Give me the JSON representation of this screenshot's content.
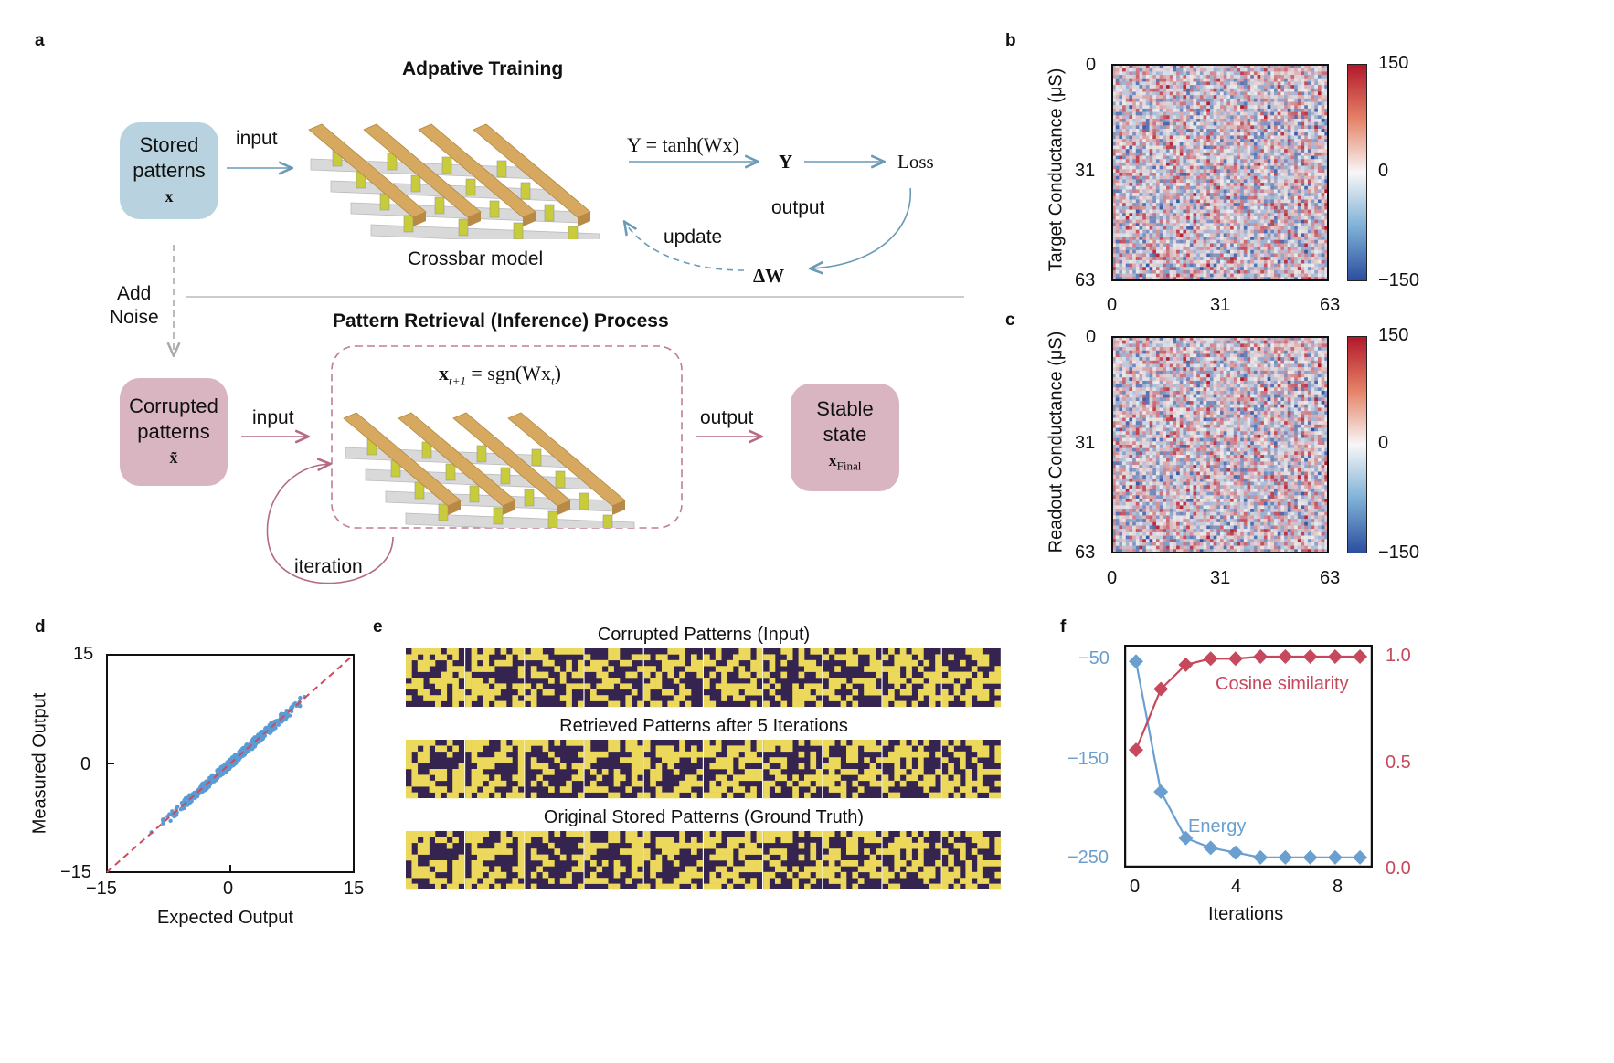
{
  "panels": {
    "a": "a",
    "b": "b",
    "c": "c",
    "d": "d",
    "e": "e",
    "f": "f"
  },
  "panel_a": {
    "training_title": "Adpative Training",
    "stored_box": {
      "line1": "Stored",
      "line2": "patterns",
      "symbol": "x"
    },
    "input_label_top": "input",
    "equation_top": "Y = tanh(Wx)",
    "y_label": "Y",
    "loss_label": "Loss",
    "output_label_top": "output",
    "update_label": "update",
    "delta_w": "ΔW",
    "crossbar_label": "Crossbar model",
    "add_noise_1": "Add",
    "add_noise_2": "Noise",
    "retrieval_title": "Pattern Retrieval (Inference) Process",
    "equation_bottom_lhs": "x",
    "equation_bottom_sub": "t+1",
    "equation_bottom_rhs": "= sgn(Wx",
    "equation_bottom_sub2": "t",
    "equation_bottom_end": ")",
    "corrupted_box": {
      "line1": "Corrupted",
      "line2": "patterns",
      "symbol": "x̃"
    },
    "input_label_bottom": "input",
    "output_label_bottom": "output",
    "iteration_label": "iteration",
    "stable_box": {
      "line1": "Stable",
      "line2": "state",
      "symbol": "x",
      "sub": "Final"
    },
    "colors": {
      "stored": "#b8d3df",
      "corrupted": "#d9b5c1",
      "stable": "#d9b5c1",
      "blue_arrow": "#6a9ab6",
      "pink_arrow": "#b36c80",
      "dashed_box": "#c07e90",
      "beam": "#d6a860",
      "pillar": "#c8cc3a",
      "bottom_bar": "#d9d9d9"
    }
  },
  "panel_b": {
    "ylabel": "Target Conductance (μS)",
    "xticks": [
      "0",
      "31",
      "63"
    ],
    "yticks": [
      "0",
      "31",
      "63"
    ],
    "cbar_ticks": [
      "150",
      "0",
      "−150"
    ],
    "chart_data": {
      "type": "heatmap",
      "rows": 64,
      "cols": 64,
      "range": [
        -150,
        150
      ],
      "cmap": "coolwarm"
    }
  },
  "panel_c": {
    "ylabel": "Readout Conductance (μS)",
    "xticks": [
      "0",
      "31",
      "63"
    ],
    "yticks": [
      "0",
      "31",
      "63"
    ],
    "cbar_ticks": [
      "150",
      "0",
      "−150"
    ],
    "chart_data": {
      "type": "heatmap",
      "rows": 64,
      "cols": 64,
      "range": [
        -150,
        150
      ],
      "cmap": "coolwarm"
    }
  },
  "panel_d": {
    "xlabel": "Expected Output",
    "ylabel": "Measured Output",
    "xticks": [
      "−15",
      "0",
      "15"
    ],
    "yticks": [
      "15",
      "0",
      "−15"
    ],
    "chart_data": {
      "type": "scatter",
      "xlim": [
        -15,
        15
      ],
      "ylim": [
        -15,
        15
      ],
      "trend": "y≈x",
      "x_range": [
        -11,
        11
      ],
      "reference_line": "y=x",
      "point_color": "#5b9bd5",
      "line_color": "#d04a5a"
    }
  },
  "panel_e": {
    "row_titles": [
      "Corrupted Patterns (Input)",
      "Retrieved Patterns after 5 Iterations",
      "Original Stored Patterns (Ground Truth)"
    ],
    "colors": {
      "on": "#ecd85a",
      "off": "#34244f"
    }
  },
  "panel_f": {
    "xlabel": "Iterations",
    "left_ticks": [
      "−50",
      "−150",
      "−250"
    ],
    "right_ticks": [
      "1.0",
      "0.5",
      "0.0"
    ],
    "xticks": [
      "0",
      "4",
      "8"
    ],
    "cosine_label": "Cosine similarity",
    "energy_label": "Energy",
    "chart_data": {
      "type": "line",
      "x": [
        0,
        1,
        2,
        3,
        4,
        5,
        6,
        7,
        8,
        9
      ],
      "series": [
        {
          "name": "Energy",
          "axis": "left",
          "color": "#6a9fcf",
          "values": [
            -50,
            -185,
            -233,
            -243,
            -248,
            -253,
            -253,
            -253,
            -253,
            -253
          ]
        },
        {
          "name": "Cosine similarity",
          "axis": "right",
          "color": "#c6485c",
          "values": [
            0.54,
            0.84,
            0.96,
            0.99,
            0.99,
            1.0,
            1.0,
            1.0,
            1.0,
            1.0
          ]
        }
      ],
      "left_ylim": [
        -255,
        -45
      ],
      "right_ylim": [
        0,
        1
      ]
    }
  }
}
